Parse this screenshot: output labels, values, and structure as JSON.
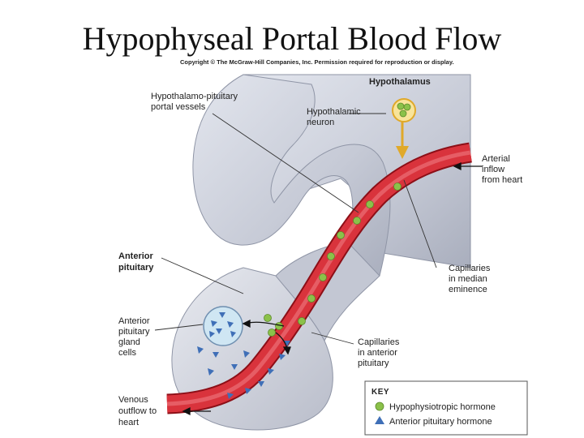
{
  "slide": {
    "title": "Hypophyseal Portal Blood Flow",
    "copyright": "Copyright © The McGraw-Hill Companies, Inc. Permission required for reproduction or display."
  },
  "labels": {
    "hypothalamus": "Hypothalamus",
    "portal_vessels": [
      "Hypothalamo-pituitary",
      "portal vessels"
    ],
    "hypothalamic_neuron": [
      "Hypothalamic",
      "neuron"
    ],
    "arterial_inflow": [
      "Arterial",
      "inflow",
      "from heart"
    ],
    "anterior_pituitary": [
      "Anterior",
      "pituitary"
    ],
    "capillaries_median": [
      "Capillaries",
      "in median",
      "eminence"
    ],
    "gland_cells": [
      "Anterior",
      "pituitary",
      "gland",
      "cells"
    ],
    "capillaries_anterior": [
      "Capillaries",
      "in anterior",
      "pituitary"
    ],
    "venous_outflow": [
      "Venous",
      "outflow to",
      "heart"
    ]
  },
  "key": {
    "title": "KEY",
    "items": [
      {
        "label": "Hypophysiotropic hormone",
        "symbol": "green-circle"
      },
      {
        "label": "Anterior pituitary hormone",
        "symbol": "blue-triangle"
      }
    ]
  },
  "colors": {
    "tissue": "#c7cbd6",
    "tissue_dark": "#9aa0b0",
    "vessel": "#d22b35",
    "hormone_green": "#8bc14a",
    "hormone_blue": "#3f6fb7",
    "neuron": "#f3c64a"
  }
}
